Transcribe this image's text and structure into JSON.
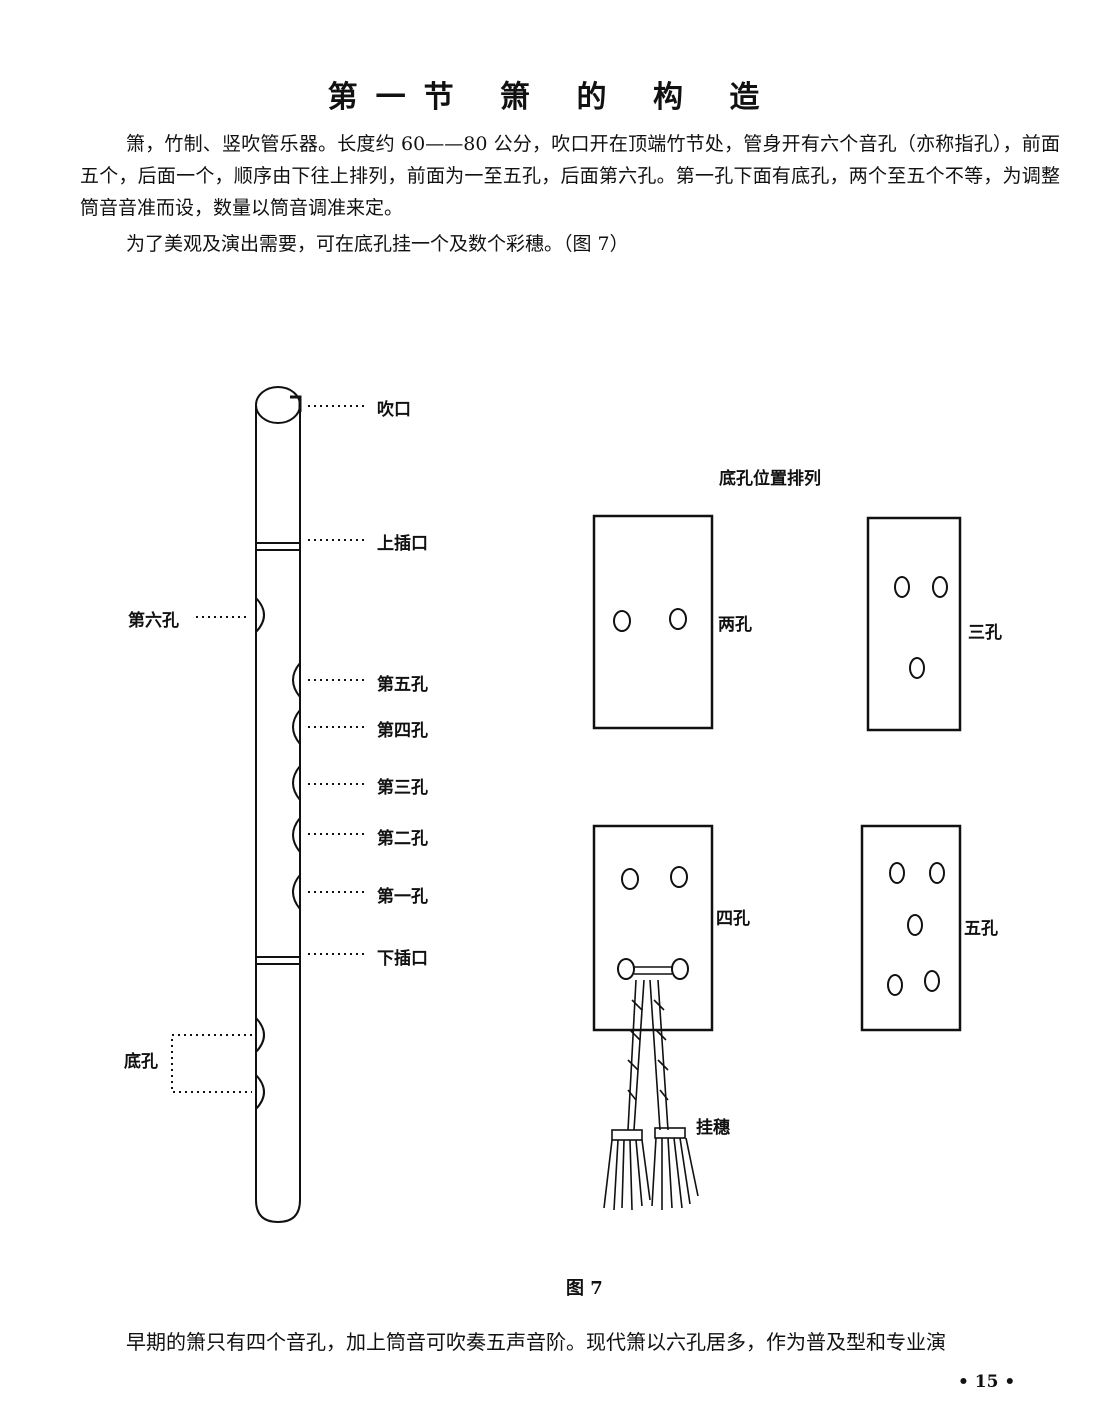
{
  "heading": "第一节 箫 的 构 造",
  "paragraphs": [
    "箫，竹制、竖吹管乐器。长度约 60——80 公分，吹口开在顶端竹节处，管身开有六个音孔（亦称指孔），前面五个，后面一个，顺序由下往上排列，前面为一至五孔，后面第六孔。第一孔下面有底孔，两个至五个不等，为调整筒音音准而设，数量以筒音调准来定。",
    "为了美观及演出需要，可在底孔挂一个及数个彩穗。（图 7）",
    "早期的箫只有四个音孔，加上筒音可吹奏五声音阶。现代箫以六孔居多，作为普及型和专业演"
  ],
  "flute_labels": {
    "mouthpiece": "吹口",
    "upper_joint": "上插口",
    "hole6": "第六孔",
    "hole5": "第五孔",
    "hole4": "第四孔",
    "hole3": "第三孔",
    "hole2": "第二孔",
    "hole1": "第一孔",
    "lower_joint": "下插口",
    "bottom_holes": "底孔"
  },
  "bottom_hole_diagram": {
    "title": "底孔位置排列",
    "two": "两孔",
    "three": "三孔",
    "four": "四孔",
    "five": "五孔",
    "tassel": "挂穗"
  },
  "figure_caption": "图 7",
  "page_number": "• 15 •"
}
